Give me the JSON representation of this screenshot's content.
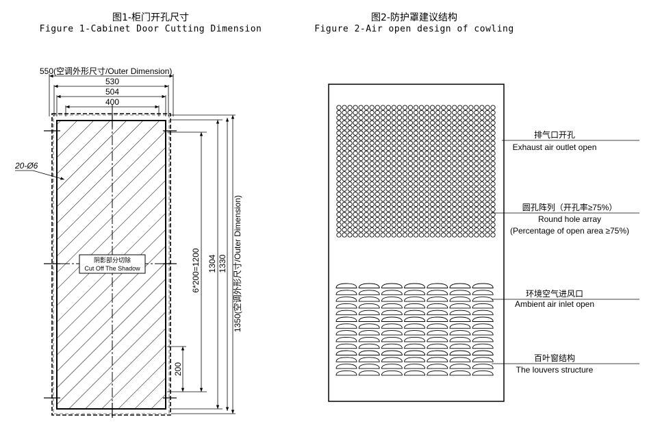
{
  "figure1": {
    "title_zh": "图1-柜门开孔尺寸",
    "title_en": "Figure 1-Cabinet Door Cutting Dimension",
    "dim_outer_width": "550(空调外形尺寸/Outer Dimension)",
    "dim_530": "530",
    "dim_504": "504",
    "dim_400": "400",
    "hole_label": "20-Ø6",
    "shadow_label_zh": "阴影部分切除",
    "shadow_label_en": "Cut Off The Shadow",
    "dim_hole_spacing": "6*200=1200",
    "dim_200": "200",
    "dim_1304": "1304",
    "dim_1330": "1330",
    "dim_outer_height": "1350(空调外形尺寸/Outer Dimension)"
  },
  "figure2": {
    "title_zh": "图2-防护罩建议结构",
    "title_en": "Figure 2-Air open design of cowling",
    "callouts": [
      {
        "zh": "排气口开孔",
        "en": "Exhaust air outlet open",
        "en2": ""
      },
      {
        "zh": "圆孔阵列（开孔率≥75%）",
        "en": "Round hole array",
        "en2": "(Percentage of open area ≥75%)"
      },
      {
        "zh": "环境空气进风口",
        "en": "Ambient air inlet open",
        "en2": ""
      },
      {
        "zh": "百叶窗结构",
        "en": "The louvers structure",
        "en2": ""
      }
    ]
  }
}
